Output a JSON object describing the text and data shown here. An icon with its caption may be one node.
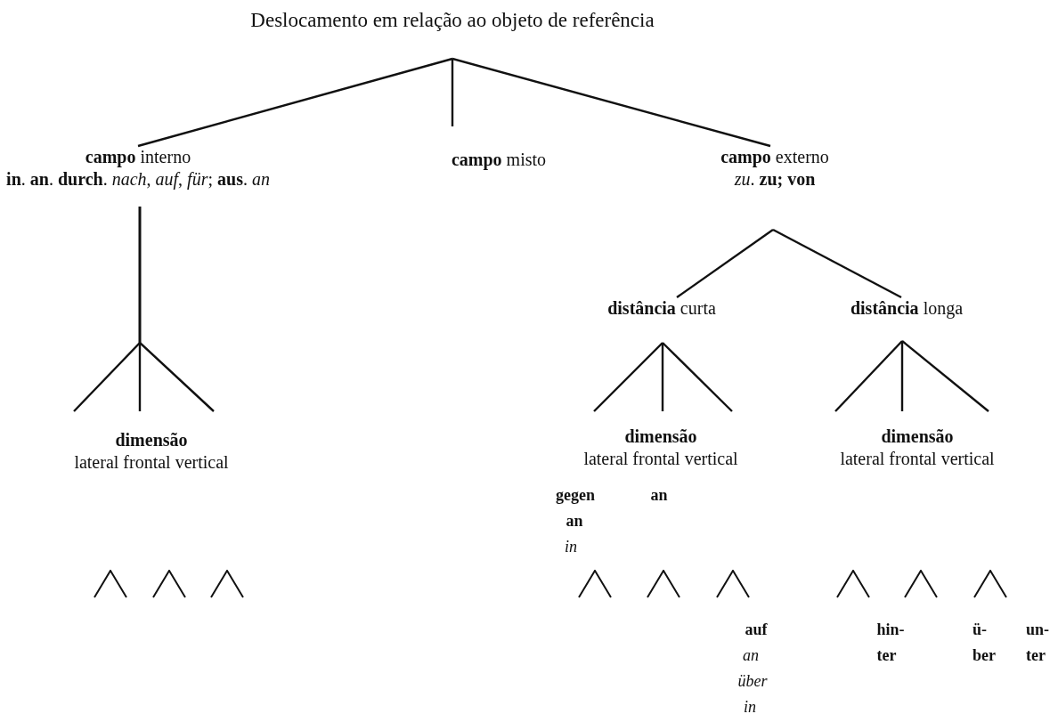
{
  "diagram": {
    "nodes": [
      {
        "text": [
          "Deslocamento em relação ao objeto de referência"
        ]
      },
      {
        "text": [
          "**campo** interno",
          "**in**. **an**. **durch**. *nach*, *auf*, *für*; **aus**. *an*"
        ]
      },
      {
        "text": [
          "**campo** misto"
        ]
      },
      {
        "text": [
          "**campo** externo",
          "*zu*. **zu; von**"
        ]
      },
      {
        "text": [
          "**distância** curta"
        ]
      },
      {
        "text": [
          "**distância** longa"
        ]
      },
      {
        "text": [
          "dimensão",
          "lateral frontal vertical"
        ]
      },
      {
        "text": [
          "dimensão",
          "lateral frontal vertical"
        ]
      },
      {
        "text": [
          "dimensão",
          "lateral frontal vertical"
        ]
      }
    ],
    "edges": [
      {
        "from": 0,
        "to": 1,
        "arrow": "none"
      },
      {
        "from": 0,
        "to": 2,
        "arrow": "none"
      },
      {
        "from": 0,
        "to": 3,
        "arrow": "none"
      },
      {
        "from": 1,
        "to": 6,
        "arrow": "none"
      },
      {
        "from": 1,
        "to": 6,
        "arrow": "none"
      },
      {
        "from": 1,
        "to": 6,
        "arrow": "none"
      },
      {
        "from": 3,
        "to": 4,
        "arrow": "none"
      },
      {
        "from": 3,
        "to": 5,
        "arrow": "none"
      },
      {
        "from": 4,
        "to": 7,
        "arrow": "none"
      },
      {
        "from": 4,
        "to": 7,
        "arrow": "none"
      },
      {
        "from": 4,
        "to": 7,
        "arrow": "none"
      },
      {
        "from": 5,
        "to": 8,
        "arrow": "none"
      },
      {
        "from": 5,
        "to": 8,
        "arrow": "none"
      },
      {
        "from": 5,
        "to": 8,
        "arrow": "none"
      }
    ],
    "labels": [
      "gegen",
      "an",
      "an",
      "in",
      "auf",
      "hin- ter",
      "ü- ber",
      "un- ter",
      "an",
      "über",
      "in"
    ]
  }
}
